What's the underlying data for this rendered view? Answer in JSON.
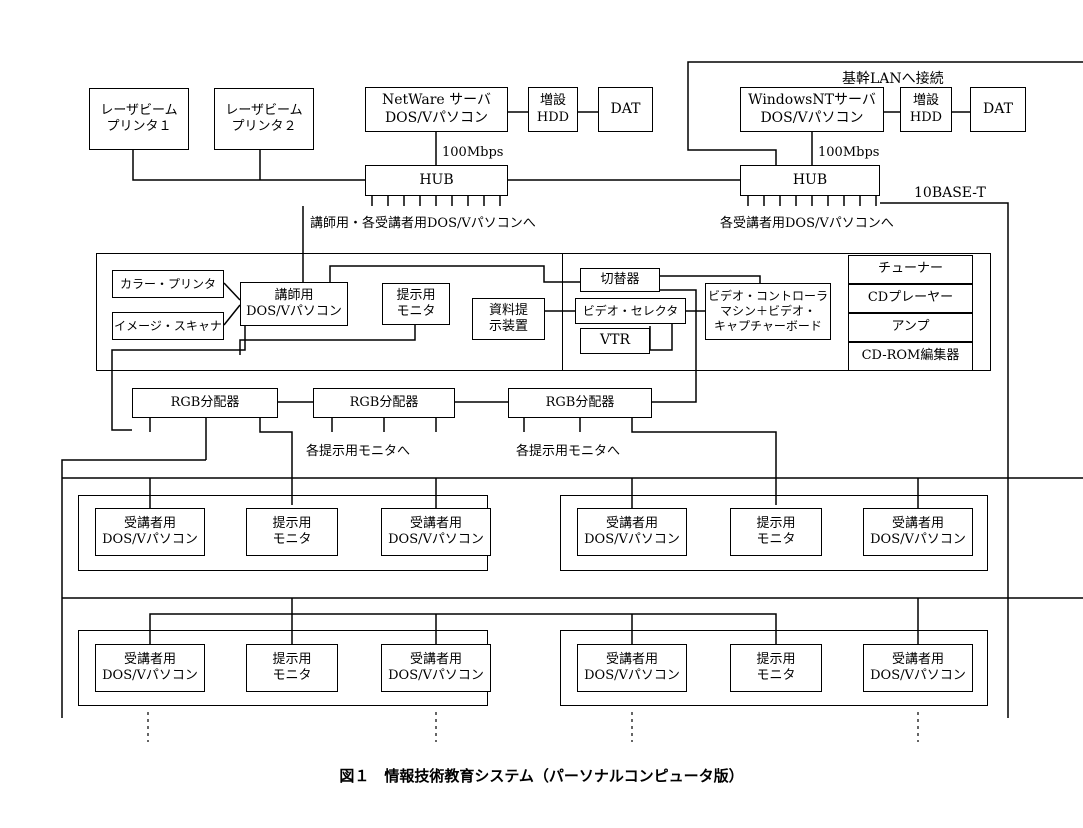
{
  "top": {
    "laser1": "レーザビーム\nプリンタ１",
    "laser2": "レーザビーム\nプリンタ２",
    "netware": "NetWare サーバ\nDOS/Vパソコン",
    "hdd_left": "増設\nHDD",
    "dat_left": "DAT",
    "winnt": "WindowsNTサーバ\nDOS/Vパソコン",
    "hdd_right": "増設\nHDD",
    "dat_right": "DAT",
    "lan_label": "基幹LANへ接続",
    "speed_left": "100Mbps",
    "speed_right": "100Mbps",
    "hub_left": "HUB",
    "hub_right": "HUB",
    "base_t": "10BASE-T",
    "hub_left_note": "講師用・各受講者用DOS/Vパソコンへ",
    "hub_right_note": "各受講者用DOS/Vパソコンへ"
  },
  "instructor": {
    "color_printer": "カラー・プリンタ",
    "image_scanner": "イメージ・スキャナ",
    "teacher_pc": "講師用\nDOS/Vパソコン",
    "presentation_monitor": "提示用\nモニタ",
    "document_presenter": "資料提\n示装置",
    "switcher": "切替器",
    "video_selector": "ビデオ・セレクタ",
    "vtr": "VTR",
    "video_controller": "ビデオ・コントローラ\nマシン＋ビデオ・\nキャプチャーボード",
    "av_rack": [
      "チューナー",
      "CDプレーヤー",
      "アンプ",
      "CD-ROM編集器"
    ]
  },
  "rgb": {
    "splitters": [
      "RGB分配器",
      "RGB分配器",
      "RGB分配器"
    ],
    "note_left": "各提示用モニタへ",
    "note_right": "各提示用モニタへ"
  },
  "student_rows": {
    "student_pc": "受講者用\nDOS/Vパソコン",
    "monitor": "提示用\nモニタ"
  },
  "caption": "図１　情報技術教育システム（パーソナルコンピュータ版）"
}
